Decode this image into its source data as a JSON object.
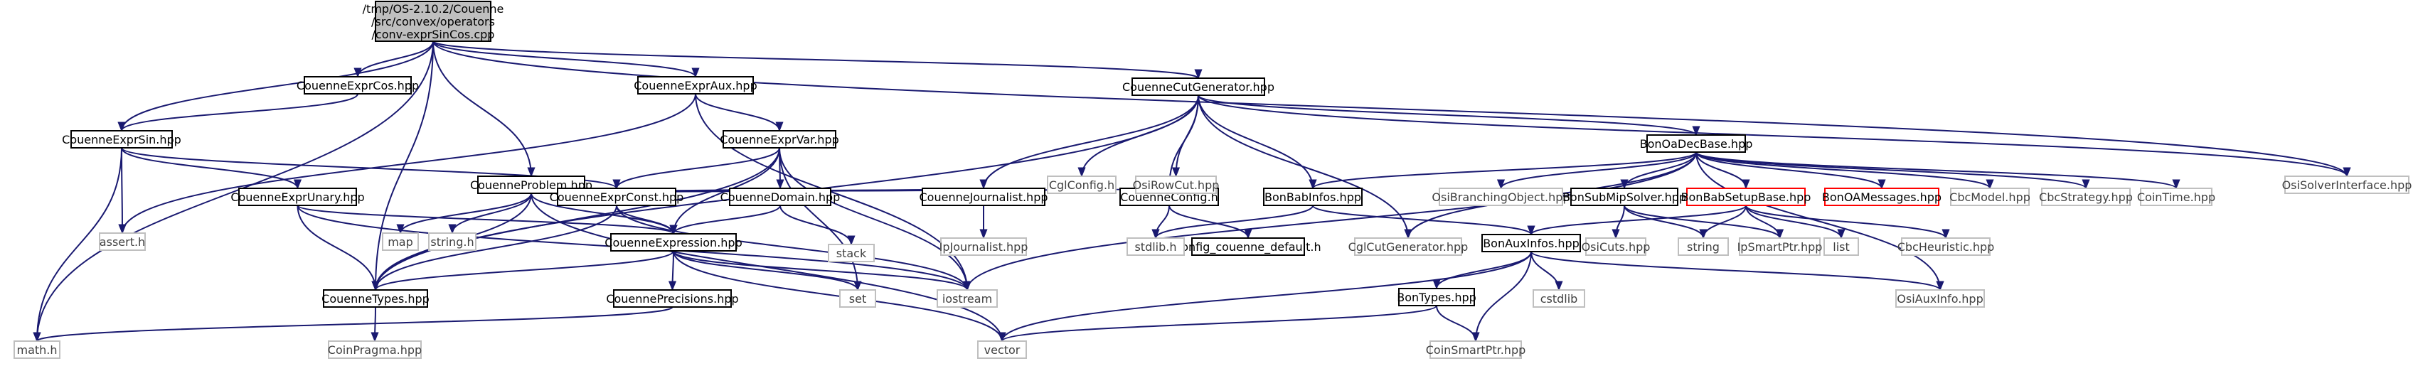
{
  "graph": {
    "type": "include-dependency-graph",
    "edge_color": "#191970",
    "colors": {
      "root_fill": "#bfbfbf",
      "root_border": "#000000",
      "doc_border": "#000000",
      "external_border": "#bfbfbf",
      "external_text": "#404040",
      "truncated_border": "#ff0000",
      "node_fill": "#ffffff"
    },
    "nodes": [
      {
        "id": "root",
        "lines": [
          "/tmp/OS-2.10.2/Couenne",
          "/src/convex/operators",
          "/conv-exprSinCos.cpp"
        ],
        "kind": "root"
      },
      {
        "id": "math",
        "lines": [
          "math.h"
        ],
        "kind": "external"
      },
      {
        "id": "exprsin",
        "lines": [
          "CouenneExprSin.hpp"
        ],
        "kind": "doc"
      },
      {
        "id": "exprcos",
        "lines": [
          "CouenneExprCos.hpp"
        ],
        "kind": "doc"
      },
      {
        "id": "exprtypes",
        "lines": [
          "CouenneTypes.hpp"
        ],
        "kind": "doc"
      },
      {
        "id": "problem",
        "lines": [
          "CouenneProblem.hpp"
        ],
        "kind": "doc"
      },
      {
        "id": "expraux",
        "lines": [
          "CouenneExprAux.hpp"
        ],
        "kind": "doc"
      },
      {
        "id": "cutgen",
        "lines": [
          "CouenneCutGenerator.hpp"
        ],
        "kind": "doc"
      },
      {
        "id": "osisolver",
        "lines": [
          "OsiSolverInterface.hpp"
        ],
        "kind": "external"
      },
      {
        "id": "assert",
        "lines": [
          "assert.h"
        ],
        "kind": "external"
      },
      {
        "id": "exprunary",
        "lines": [
          "CouenneExprUnary.hpp"
        ],
        "kind": "doc"
      },
      {
        "id": "exprconst",
        "lines": [
          "CouenneExprConst.hpp"
        ],
        "kind": "doc"
      },
      {
        "id": "expression",
        "lines": [
          "CouenneExpression.hpp"
        ],
        "kind": "doc"
      },
      {
        "id": "exprvar",
        "lines": [
          "CouenneExprVar.hpp"
        ],
        "kind": "doc"
      },
      {
        "id": "domain",
        "lines": [
          "CouenneDomain.hpp"
        ],
        "kind": "doc"
      },
      {
        "id": "journalist",
        "lines": [
          "CouenneJournalist.hpp"
        ],
        "kind": "doc"
      },
      {
        "id": "ipjournalist",
        "lines": [
          "IpJournalist.hpp"
        ],
        "kind": "external"
      },
      {
        "id": "couconfig",
        "lines": [
          "CouenneConfig.h"
        ],
        "kind": "doc"
      },
      {
        "id": "confdefault",
        "lines": [
          "config_couenne_default.h"
        ],
        "kind": "doc"
      },
      {
        "id": "cglconfig",
        "lines": [
          "CglConfig.h"
        ],
        "kind": "external"
      },
      {
        "id": "osirowcut",
        "lines": [
          "OsiRowCut.hpp"
        ],
        "kind": "external"
      },
      {
        "id": "map",
        "lines": [
          "map"
        ],
        "kind": "external"
      },
      {
        "id": "stringh",
        "lines": [
          "string.h"
        ],
        "kind": "external"
      },
      {
        "id": "stack",
        "lines": [
          "stack"
        ],
        "kind": "external"
      },
      {
        "id": "precisions",
        "lines": [
          "CouennePrecisions.hpp"
        ],
        "kind": "doc"
      },
      {
        "id": "coinpragma",
        "lines": [
          "CoinPragma.hpp"
        ],
        "kind": "external"
      },
      {
        "id": "set",
        "lines": [
          "set"
        ],
        "kind": "external"
      },
      {
        "id": "iostream",
        "lines": [
          "iostream"
        ],
        "kind": "external"
      },
      {
        "id": "vector",
        "lines": [
          "vector"
        ],
        "kind": "external"
      },
      {
        "id": "bonoadec",
        "lines": [
          "BonOaDecBase.hpp"
        ],
        "kind": "doc"
      },
      {
        "id": "bonbabinfos",
        "lines": [
          "BonBabInfos.hpp"
        ],
        "kind": "doc"
      },
      {
        "id": "stdlib",
        "lines": [
          "stdlib.h"
        ],
        "kind": "external"
      },
      {
        "id": "cglcutgen",
        "lines": [
          "CglCutGenerator.hpp"
        ],
        "kind": "external"
      },
      {
        "id": "bonauxinfos",
        "lines": [
          "BonAuxInfos.hpp"
        ],
        "kind": "doc"
      },
      {
        "id": "bontypes",
        "lines": [
          "BonTypes.hpp"
        ],
        "kind": "doc"
      },
      {
        "id": "coinsmartptr",
        "lines": [
          "CoinSmartPtr.hpp"
        ],
        "kind": "external"
      },
      {
        "id": "cstdlib",
        "lines": [
          "cstdlib"
        ],
        "kind": "external"
      },
      {
        "id": "osiauxinfo",
        "lines": [
          "OsiAuxInfo.hpp"
        ],
        "kind": "external"
      },
      {
        "id": "osibranching",
        "lines": [
          "OsiBranchingObject.hpp"
        ],
        "kind": "external"
      },
      {
        "id": "bonsubmip",
        "lines": [
          "BonSubMipSolver.hpp"
        ],
        "kind": "doc"
      },
      {
        "id": "osicuts",
        "lines": [
          "OsiCuts.hpp"
        ],
        "kind": "external"
      },
      {
        "id": "string",
        "lines": [
          "string"
        ],
        "kind": "external"
      },
      {
        "id": "bonbabsetup",
        "lines": [
          "BonBabSetupBase.hpp"
        ],
        "kind": "truncated"
      },
      {
        "id": "ipsmartptr",
        "lines": [
          "IpSmartPtr.hpp"
        ],
        "kind": "external"
      },
      {
        "id": "list",
        "lines": [
          "list"
        ],
        "kind": "external"
      },
      {
        "id": "cbcheuristic",
        "lines": [
          "CbcHeuristic.hpp"
        ],
        "kind": "external"
      },
      {
        "id": "bonoamessages",
        "lines": [
          "BonOAMessages.hpp"
        ],
        "kind": "truncated"
      },
      {
        "id": "cbcmodel",
        "lines": [
          "CbcModel.hpp"
        ],
        "kind": "external"
      },
      {
        "id": "cbcstrategy",
        "lines": [
          "CbcStrategy.hpp"
        ],
        "kind": "external"
      },
      {
        "id": "cointime",
        "lines": [
          "CoinTime.hpp"
        ],
        "kind": "external"
      }
    ],
    "edges": [
      [
        "root",
        "math"
      ],
      [
        "root",
        "exprsin"
      ],
      [
        "root",
        "exprcos"
      ],
      [
        "root",
        "exprtypes"
      ],
      [
        "root",
        "problem"
      ],
      [
        "root",
        "expraux"
      ],
      [
        "root",
        "cutgen"
      ],
      [
        "root",
        "osisolver"
      ],
      [
        "exprcos",
        "exprsin"
      ],
      [
        "exprsin",
        "assert"
      ],
      [
        "exprsin",
        "math"
      ],
      [
        "exprsin",
        "exprunary"
      ],
      [
        "exprsin",
        "exprconst"
      ],
      [
        "expraux",
        "assert"
      ],
      [
        "expraux",
        "exprvar"
      ],
      [
        "expraux",
        "iostream"
      ],
      [
        "cutgen",
        "cglconfig"
      ],
      [
        "cutgen",
        "osirowcut"
      ],
      [
        "cutgen",
        "journalist"
      ],
      [
        "cutgen",
        "couconfig"
      ],
      [
        "cutgen",
        "bonoadec"
      ],
      [
        "cutgen",
        "bonbabinfos"
      ],
      [
        "cutgen",
        "cglcutgen"
      ],
      [
        "cutgen",
        "exprtypes"
      ],
      [
        "cutgen",
        "osisolver"
      ],
      [
        "problem",
        "exprtypes"
      ],
      [
        "problem",
        "map"
      ],
      [
        "problem",
        "stringh"
      ],
      [
        "problem",
        "exprconst"
      ],
      [
        "problem",
        "expression"
      ],
      [
        "problem",
        "domain"
      ],
      [
        "problem",
        "journalist"
      ],
      [
        "problem",
        "couconfig"
      ],
      [
        "problem",
        "vector"
      ],
      [
        "exprunary",
        "exprtypes"
      ],
      [
        "exprunary",
        "expression"
      ],
      [
        "exprunary",
        "iostream"
      ],
      [
        "exprconst",
        "exprtypes"
      ],
      [
        "exprconst",
        "expression"
      ],
      [
        "exprconst",
        "iostream"
      ],
      [
        "exprvar",
        "exprconst"
      ],
      [
        "exprvar",
        "domain"
      ],
      [
        "exprvar",
        "expression"
      ],
      [
        "exprvar",
        "exprtypes"
      ],
      [
        "exprvar",
        "set"
      ],
      [
        "exprvar",
        "iostream"
      ],
      [
        "domain",
        "expression"
      ],
      [
        "domain",
        "stack"
      ],
      [
        "journalist",
        "ipjournalist"
      ],
      [
        "couconfig",
        "stdlib"
      ],
      [
        "couconfig",
        "confdefault"
      ],
      [
        "expression",
        "exprtypes"
      ],
      [
        "expression",
        "precisions"
      ],
      [
        "expression",
        "set"
      ],
      [
        "expression",
        "iostream"
      ],
      [
        "expression",
        "vector"
      ],
      [
        "exprtypes",
        "coinpragma"
      ],
      [
        "precisions",
        "math"
      ],
      [
        "bonoadec",
        "bonbabinfos"
      ],
      [
        "bonoadec",
        "cglcutgen"
      ],
      [
        "bonoadec",
        "osibranching"
      ],
      [
        "bonoadec",
        "bonsubmip"
      ],
      [
        "bonoadec",
        "bonbabsetup"
      ],
      [
        "bonoadec",
        "bonoamessages"
      ],
      [
        "bonoadec",
        "cbcmodel"
      ],
      [
        "bonoadec",
        "cbcstrategy"
      ],
      [
        "bonoadec",
        "cointime"
      ],
      [
        "bonoadec",
        "iostream"
      ],
      [
        "bonoadec",
        "osiauxinfo"
      ],
      [
        "bonbabinfos",
        "stdlib"
      ],
      [
        "bonbabinfos",
        "bonauxinfos"
      ],
      [
        "bonauxinfos",
        "bontypes"
      ],
      [
        "bonauxinfos",
        "coinsmartptr"
      ],
      [
        "bonauxinfos",
        "cstdlib"
      ],
      [
        "bonauxinfos",
        "osiauxinfo"
      ],
      [
        "bonauxinfos",
        "vector"
      ],
      [
        "bontypes",
        "vector"
      ],
      [
        "bontypes",
        "coinsmartptr"
      ],
      [
        "bonsubmip",
        "osicuts"
      ],
      [
        "bonsubmip",
        "string"
      ],
      [
        "bonsubmip",
        "ipsmartptr"
      ],
      [
        "bonbabsetup",
        "bonauxinfos"
      ],
      [
        "bonbabsetup",
        "string"
      ],
      [
        "bonbabsetup",
        "ipsmartptr"
      ],
      [
        "bonbabsetup",
        "list"
      ],
      [
        "bonbabsetup",
        "cbcheuristic"
      ]
    ]
  }
}
